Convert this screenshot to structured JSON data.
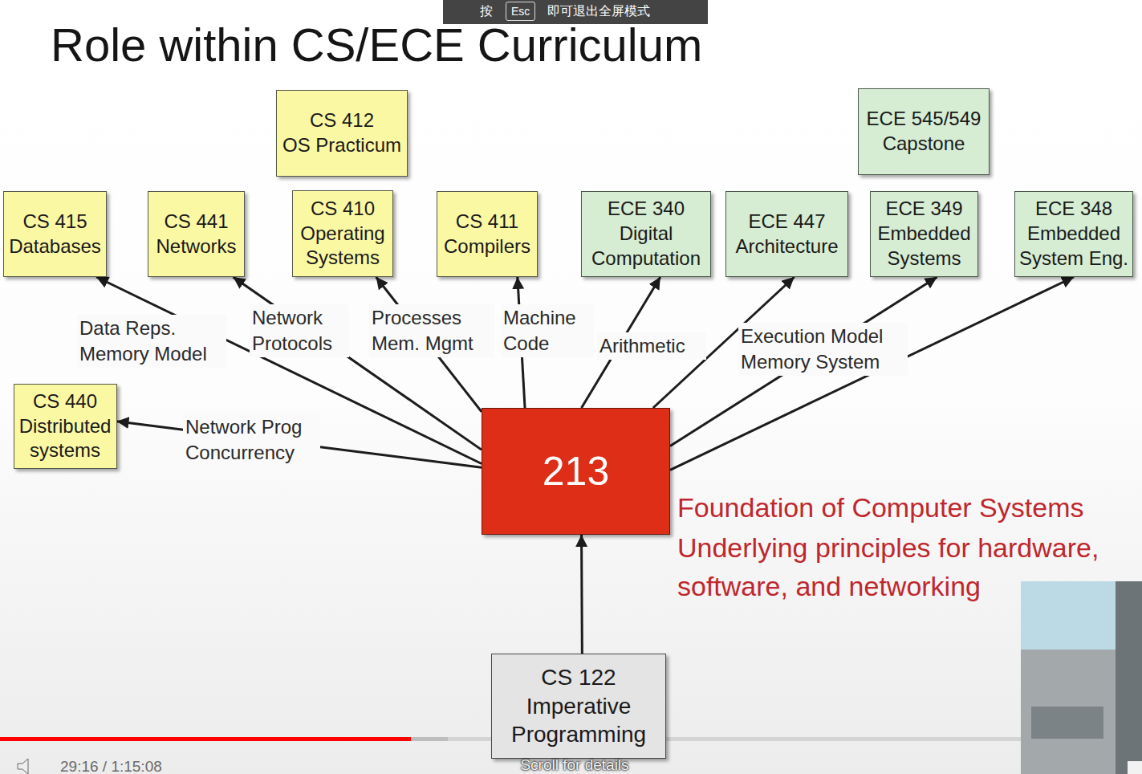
{
  "diagram": {
    "title": "Role within CS/ECE Curriculum",
    "nodes": [
      {
        "text": [
          "CS 412",
          "OS Practicum"
        ]
      },
      {
        "text": [
          "ECE 545/549",
          "Capstone"
        ]
      },
      {
        "text": [
          "CS 415",
          "Databases"
        ]
      },
      {
        "text": [
          "CS 441",
          "Networks"
        ]
      },
      {
        "text": [
          "CS 410",
          "Operating Systems"
        ]
      },
      {
        "text": [
          "CS 411",
          "Compilers"
        ]
      },
      {
        "text": [
          "ECE 340",
          "Digital Computation"
        ]
      },
      {
        "text": [
          "ECE 447",
          "Architecture"
        ]
      },
      {
        "text": [
          "ECE 349",
          "Embedded Systems"
        ]
      },
      {
        "text": [
          "ECE 348",
          "Embedded System Eng."
        ]
      },
      {
        "text": [
          "CS 440",
          "Distributed systems"
        ]
      },
      {
        "text": [
          "213"
        ]
      },
      {
        "text": [
          "CS 122",
          "Imperative Programming"
        ]
      }
    ],
    "edges": [
      {
        "from": 11,
        "to": 2,
        "arrow": "to",
        "label": "Data Reps. Memory Model"
      },
      {
        "from": 11,
        "to": 3,
        "arrow": "to",
        "label": "Network Protocols"
      },
      {
        "from": 11,
        "to": 4,
        "arrow": "to",
        "label": "Processes Mem. Mgmt"
      },
      {
        "from": 11,
        "to": 5,
        "arrow": "to",
        "label": "Machine Code"
      },
      {
        "from": 11,
        "to": 6,
        "arrow": "to",
        "label": "Arithmetic"
      },
      {
        "from": 11,
        "to": 7,
        "arrow": "to"
      },
      {
        "from": 11,
        "to": 8,
        "arrow": "to",
        "label": "Execution Model Memory System"
      },
      {
        "from": 11,
        "to": 9,
        "arrow": "to"
      },
      {
        "from": 11,
        "to": 10,
        "arrow": "to",
        "label": "Network Prog Concurrency"
      },
      {
        "from": 12,
        "to": 11,
        "arrow": "to"
      }
    ],
    "labels": [
      "Foundation of Computer Systems",
      "Underlying principles for hardware, software, and networking",
      "按",
      "Esc",
      "即可退出全屏模式",
      "29:16 / 1:15:08",
      "Scroll for details"
    ]
  }
}
